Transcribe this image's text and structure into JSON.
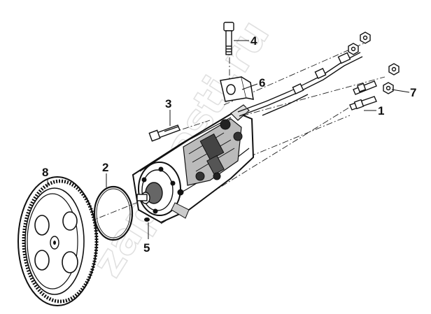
{
  "watermark": "zapchasti.ru",
  "callouts": [
    {
      "id": "1",
      "label": "1"
    },
    {
      "id": "2",
      "label": "2"
    },
    {
      "id": "3",
      "label": "3"
    },
    {
      "id": "4",
      "label": "4"
    },
    {
      "id": "5",
      "label": "5"
    },
    {
      "id": "6",
      "label": "6"
    },
    {
      "id": "7",
      "label": "7"
    },
    {
      "id": "8",
      "label": "8"
    }
  ],
  "icons": [
    "fuel-injection-pump-icon",
    "gear-icon",
    "o-ring-icon",
    "bolt-icon",
    "bracket-icon",
    "injector-line-icon",
    "nut-icon"
  ]
}
